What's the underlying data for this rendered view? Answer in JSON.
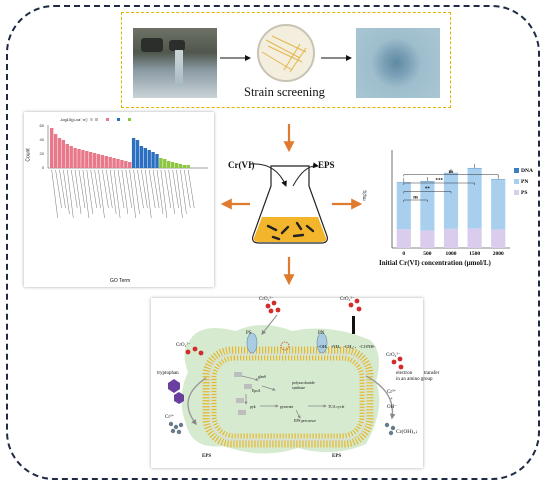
{
  "screening": {
    "caption": "Strain screening"
  },
  "center": {
    "input": "Cr(VI)",
    "output": "EPS"
  },
  "go_chart": {
    "legend_title": "-log10(p-value)",
    "legend_ticks": [
      "0",
      "1",
      "2",
      "3",
      "4"
    ],
    "legend_categories": [
      "BP",
      "CC",
      "MF"
    ],
    "ylabel": "Count",
    "xlabel": "GO Term",
    "yticks": [
      "0",
      "20",
      "40",
      "60"
    ],
    "colors": {
      "BP": "#e8788a",
      "CC": "#2a6fc0",
      "MF": "#8cc63f"
    }
  },
  "chart_data": {
    "type": "bar",
    "title": "",
    "xlabel": "Initial Cr(VI) concentration (μmol/L)",
    "ylabel": "mg/g",
    "categories": [
      "0",
      "500",
      "1000",
      "1500",
      "2000"
    ],
    "series": [
      {
        "name": "PS",
        "values": [
          230,
          215,
          235,
          240,
          228
        ]
      },
      {
        "name": "PN",
        "values": [
          570,
          600,
          680,
          735,
          610
        ]
      },
      {
        "name": "DNA",
        "values": [
          5,
          5,
          5,
          5,
          5
        ]
      }
    ],
    "ylim": [
      0,
      1200
    ],
    "significance": [
      {
        "pair": [
          "0",
          "500"
        ],
        "label": "ns"
      },
      {
        "pair": [
          "0",
          "1000"
        ],
        "label": "**"
      },
      {
        "pair": [
          "0",
          "1500"
        ],
        "label": "***"
      },
      {
        "pair": [
          "0",
          "2000"
        ],
        "label": "ns"
      }
    ],
    "legend": [
      "DNA",
      "PN",
      "PS"
    ],
    "legend_position": "top-right",
    "colors": {
      "DNA": "#3b7fbf",
      "PN": "#a8cfee",
      "PS": "#d9ccec"
    }
  },
  "mechanism": {
    "cro4_top": "CrO₄²⁻",
    "ps": "PS",
    "pn": "PN",
    "cro4_right_top": "CrO₄²⁻",
    "groups": "-OH、-NH、-CH₂-、-CONH-",
    "cro4_left": "CrO₄²⁻",
    "tryptophan": "tryptophan",
    "cr3_left": "Cr³⁺",
    "cro4_right": "CrO₄²⁻",
    "electron": "electron",
    "transfer": "transfer",
    "amino": "in an amino group",
    "cr3_right": "Cr³⁺",
    "plus": "+",
    "oh": "OH⁻",
    "croh": "Cr(OH)₃↓",
    "eps_left": "EPS",
    "eps_right": "EPS",
    "glms": "glmS",
    "epsa": "EpsA",
    "poly": "polysaccharide",
    "synthase": "synthase",
    "pyk": "pyk",
    "pyruvate": "pyruvate",
    "tca": "TCA cycle",
    "eps_precursor": "EPS precursor"
  }
}
